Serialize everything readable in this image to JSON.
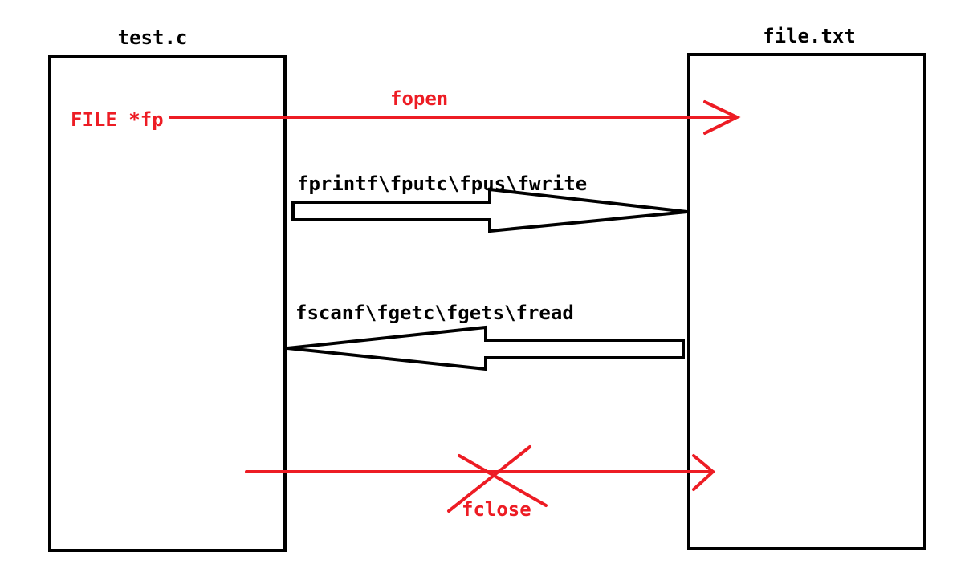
{
  "left_box": {
    "title": "test.c"
  },
  "right_box": {
    "title": "file.txt"
  },
  "fp_label": "FILE *fp",
  "open": {
    "label": "fopen"
  },
  "write": {
    "label": "fprintf\\fputc\\fpus\\fwrite"
  },
  "read": {
    "label": "fscanf\\fgetc\\fgets\\fread"
  },
  "close": {
    "label": "fclose"
  },
  "colors": {
    "ink": "#000000",
    "accent": "#ed1c24"
  }
}
